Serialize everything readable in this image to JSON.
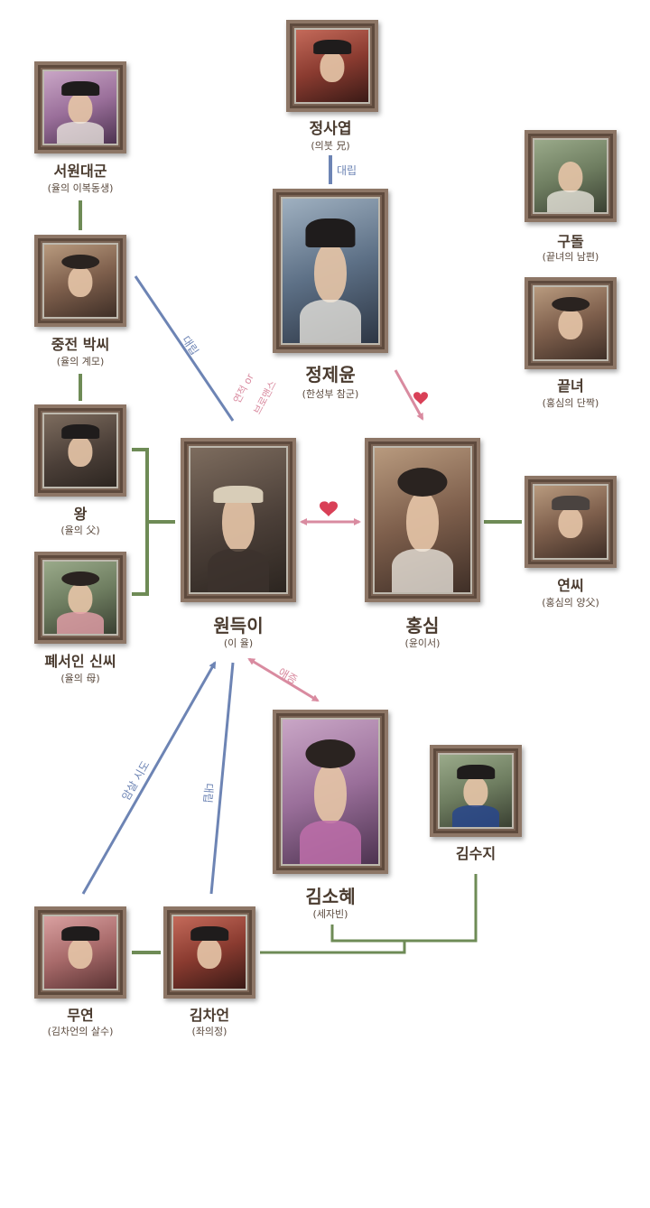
{
  "colors": {
    "blue": "#6d84b4",
    "pink": "#d98ba0",
    "green": "#6e8b56",
    "heart": "#d94057"
  },
  "characters": {
    "jeong_sayeop": {
      "name": "정사엽",
      "role": "(의붓 兄)"
    },
    "seowon_daegun": {
      "name": "서원대군",
      "role": "(율의 이복동생)"
    },
    "gudol": {
      "name": "구돌",
      "role": "(끝녀의 남편)"
    },
    "jeong_jeyun": {
      "name": "정제윤",
      "role": "(한성부 참군)"
    },
    "queen_park": {
      "name": "중전 박씨",
      "role": "(율의 계모)"
    },
    "kkeutnyeo": {
      "name": "끝녀",
      "role": "(홍심의 단짝)"
    },
    "king": {
      "name": "왕",
      "role": "(율의 父)"
    },
    "wondeuk": {
      "name": "원득이",
      "role": "(이 율)"
    },
    "hongsim": {
      "name": "홍심",
      "role": "(윤이서)"
    },
    "yeonssi": {
      "name": "연씨",
      "role": "(홍심의 양父)"
    },
    "deposed_shin": {
      "name": "폐서인 신씨",
      "role": "(율의 母)"
    },
    "kim_sohye": {
      "name": "김소혜",
      "role": "(세자빈)"
    },
    "kim_suji": {
      "name": "김수지",
      "role": ""
    },
    "muyeon": {
      "name": "무연",
      "role": "(김차언의 살수)"
    },
    "kim_chaeon": {
      "name": "김차언",
      "role": "(좌의정)"
    }
  },
  "relations": {
    "sayeop_jeyun": "대립",
    "park_wondeuk": "대립",
    "jeyun_wondeuk_1": "연적 or",
    "jeyun_wondeuk_2": "브로맨스",
    "wondeuk_sohye": "애증",
    "muyeon_wondeuk": "암살 시도",
    "chaeon_wondeuk": "대립"
  },
  "icons": {
    "relation_heart": "heart-icon"
  }
}
